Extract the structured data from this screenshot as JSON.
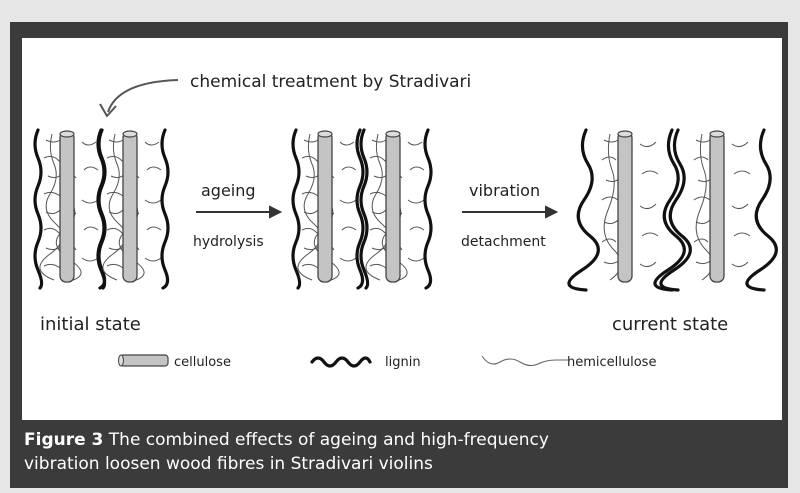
{
  "diagram": {
    "treatment_label": "chemical treatment by Stradivari",
    "step1_top": "ageing",
    "step1_bottom": "hydrolysis",
    "step2_top": "vibration",
    "step2_bottom": "detachment",
    "state_initial": "initial state",
    "state_current": "current state",
    "legend": {
      "cellulose": "cellulose",
      "lignin": "lignin",
      "hemicellulose": "hemicellulose"
    }
  },
  "caption": {
    "figure_label": "Figure 3",
    "text_line1": " The combined effects of ageing and high-frequency",
    "text_line2": "vibration loosen wood fibres in Stradivari violins"
  },
  "colors": {
    "frame": "#3b3b3b",
    "panel": "#ffffff",
    "cellulose_fill": "#c4c4c4",
    "ink": "#222222"
  }
}
